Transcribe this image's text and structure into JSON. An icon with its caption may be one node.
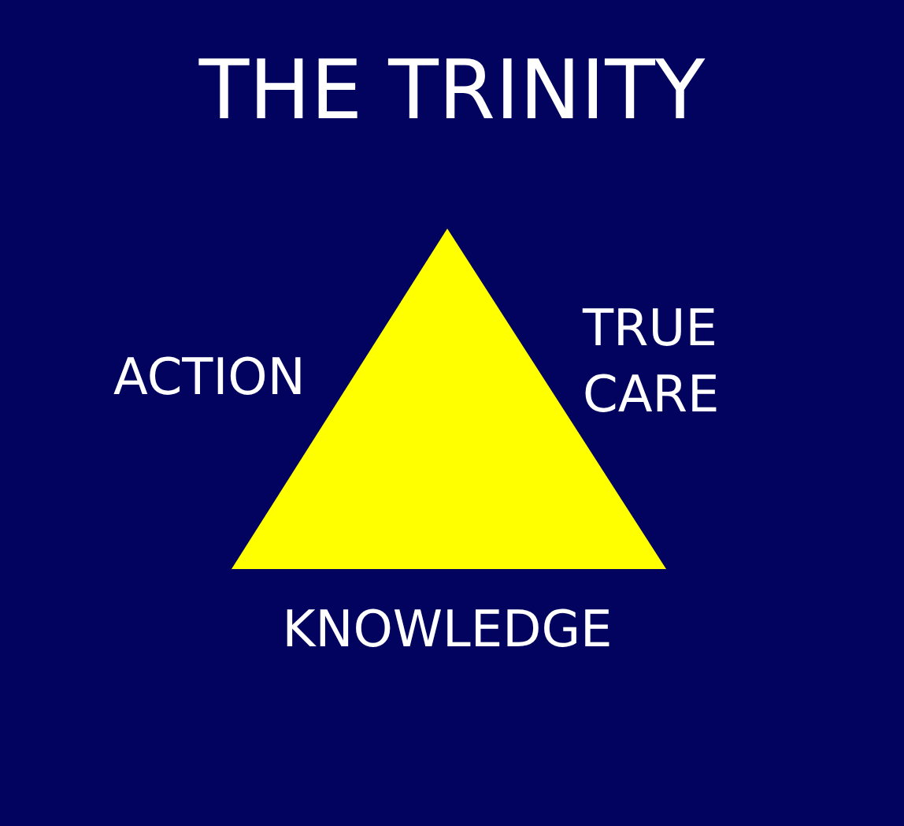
{
  "diagram": {
    "title": "THE TRINITY",
    "nodes": [
      {
        "text": [],
        "shape": "triangle",
        "beside": [
          "ACTION",
          "TRUE CARE",
          "KNOWLEDGE"
        ]
      }
    ]
  }
}
